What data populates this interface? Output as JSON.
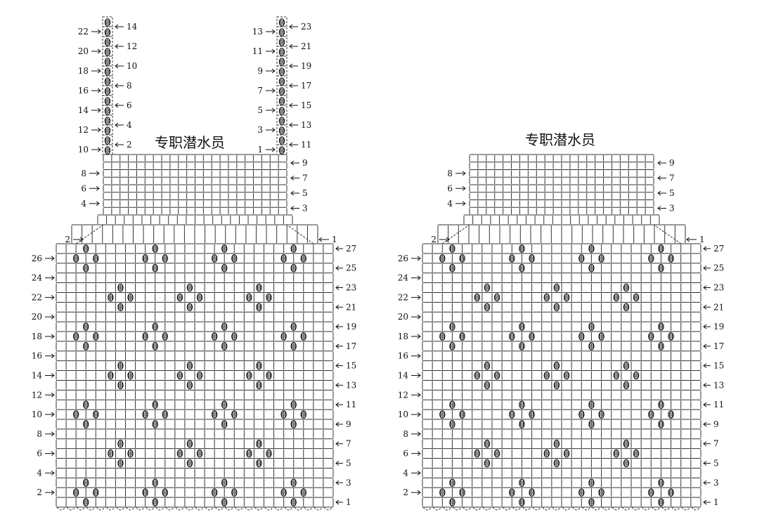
{
  "diagrams": [
    {
      "title": "专职潜水员",
      "body_left_labels": [
        "2",
        "4",
        "6",
        "8",
        "10",
        "12",
        "14",
        "16",
        "18",
        "20",
        "22",
        "24",
        "26"
      ],
      "body_right_labels": [
        "1",
        "3",
        "5",
        "7",
        "9",
        "11",
        "13",
        "15",
        "17",
        "19",
        "21",
        "23",
        "25",
        "27"
      ],
      "yoke_left_labels": [
        "2",
        "4",
        "6",
        "8"
      ],
      "yoke_right_labels": [
        "1",
        "3",
        "5",
        "7",
        "9"
      ],
      "strap_left_left_labels": [
        "10",
        "12",
        "14",
        "16",
        "18",
        "20",
        "22"
      ],
      "strap_left_right_labels": [
        "2",
        "4",
        "6",
        "8",
        "10",
        "12",
        "14"
      ],
      "strap_right_left_labels": [
        "1",
        "3",
        "5",
        "7",
        "9",
        "11",
        "13"
      ],
      "strap_right_right_labels": [
        "11",
        "13",
        "15",
        "17",
        "19",
        "21",
        "23"
      ]
    },
    {
      "title": "专职潜水员",
      "body_left_labels": [
        "2",
        "4",
        "6",
        "8",
        "10",
        "12",
        "14",
        "16",
        "18",
        "20",
        "22",
        "24",
        "26"
      ],
      "body_right_labels": [
        "1",
        "3",
        "5",
        "7",
        "9",
        "11",
        "13",
        "15",
        "17",
        "19",
        "21",
        "23",
        "25",
        "27"
      ],
      "yoke_left_labels": [
        "2",
        "4",
        "6",
        "8"
      ],
      "yoke_right_labels": [
        "1",
        "3",
        "5",
        "7",
        "9"
      ]
    }
  ],
  "icons": {
    "stitch": "bobble-stitch-icon",
    "arrow": "arrow-icon"
  }
}
